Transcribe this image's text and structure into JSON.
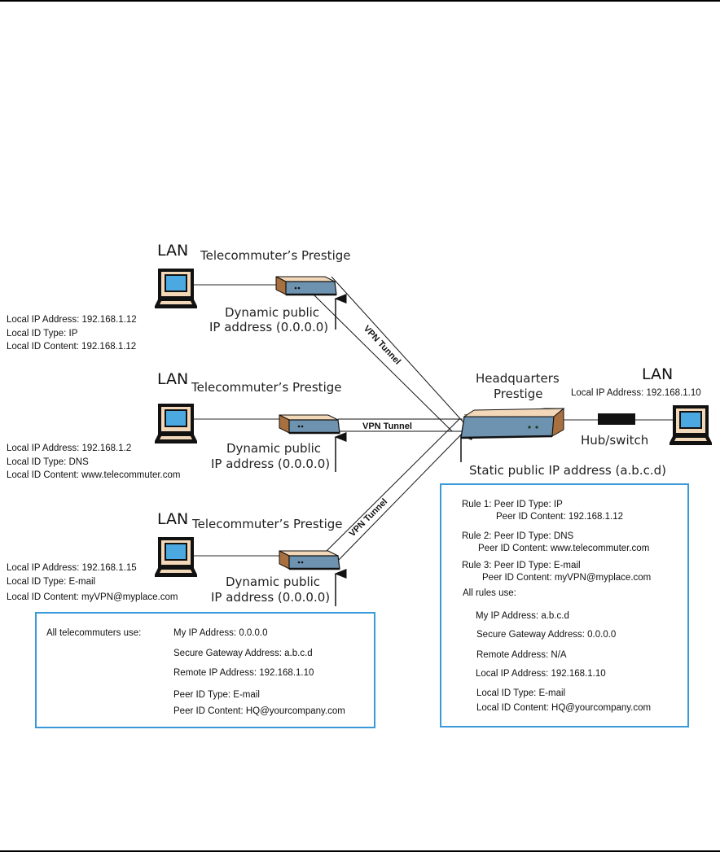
{
  "figure": {
    "telecommuters": [
      {
        "lan_label": "LAN",
        "device_label": "Telecommuter’s Prestige",
        "local_ip": "Local IP Address: 192.168.1.12",
        "local_id_type": "Local ID Type: IP",
        "local_id_content": "Local ID Content: 192.168.1.12",
        "public_ip_line1": "Dynamic public",
        "public_ip_line2": "IP address (0.0.0.0)",
        "tunnel_label": "VPN Tunnel"
      },
      {
        "lan_label": "LAN",
        "device_label": "Telecommuter’s Prestige",
        "local_ip": "Local IP Address: 192.168.1.2",
        "local_id_type": "Local ID Type: DNS",
        "local_id_content": "Local ID Content: www.telecommuter.com",
        "public_ip_line1": "Dynamic public",
        "public_ip_line2": "IP address (0.0.0.0)",
        "tunnel_label": "VPN Tunnel"
      },
      {
        "lan_label": "LAN",
        "device_label": "Telecommuter’s Prestige",
        "local_ip": "Local IP Address: 192.168.1.15",
        "local_id_type": "Local ID Type: E-mail",
        "local_id_content": "Local ID Content: myVPN@myplace.com",
        "public_ip_line1": "Dynamic public",
        "public_ip_line2": "IP address (0.0.0.0)",
        "tunnel_label": "VPN Tunnel"
      }
    ],
    "headquarters": {
      "device_line1": "Headquarters",
      "device_line2": "Prestige",
      "lan_label": "LAN",
      "local_ip": "Local IP Address: 192.168.1.10",
      "hub_label": "Hub/switch",
      "static_ip": "Static public IP address (a.b.c.d)"
    },
    "telecommuter_box": {
      "heading": "All telecommuters use:",
      "lines": [
        "My IP Address: 0.0.0.0",
        "Secure Gateway Address: a.b.c.d",
        "Remote IP Address: 192.168.1.10",
        "Peer ID Type: E-mail",
        "Peer ID Content: HQ@yourcompany.com"
      ]
    },
    "hq_box": {
      "rules": [
        {
          "type": "Rule 1: Peer ID Type: IP",
          "content": "Peer ID Content: 192.168.1.12"
        },
        {
          "type": "Rule 2: Peer ID Type: DNS",
          "content": "Peer ID Content: www.telecommuter.com"
        },
        {
          "type": "Rule 3: Peer ID Type: E-mail",
          "content": "Peer ID Content: myVPN@myplace.com"
        }
      ],
      "all_rules_heading": "All rules use:",
      "lines": [
        "My IP Address: a.b.c.d",
        "Secure Gateway Address: 0.0.0.0",
        "Remote Address: N/A",
        "Local IP Address: 192.168.1.10",
        "Local ID Type: E-mail",
        "Local ID Content: HQ@yourcompany.com"
      ]
    },
    "colors": {
      "router_face": "#6e93b0",
      "router_top": "#f2d7b8",
      "router_side": "#a8703e",
      "screen": "#4ca8e0",
      "box_border": "#3a9ad9"
    }
  }
}
